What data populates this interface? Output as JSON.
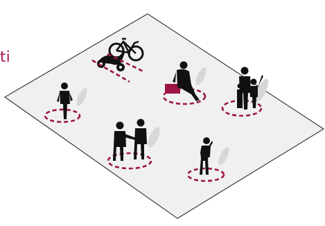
{
  "caption": {
    "text": "ti",
    "color": "#a3124f"
  },
  "colors": {
    "floor_fill": "#f0f0f0",
    "floor_edge": "#3a3a3a",
    "figure": "#111111",
    "shadow": "#d7d7d7",
    "accent": "#9c1446",
    "white": "#ffffff"
  },
  "zones": [
    {
      "name": "bikes-area",
      "icon": "bicycle-and-scooter-icon",
      "shape": "line"
    },
    {
      "name": "seated-person",
      "icon": "seated-person-on-bench-icon",
      "shape": "ellipse"
    },
    {
      "name": "standing-person",
      "icon": "standing-person-icon",
      "shape": "ellipse"
    },
    {
      "name": "family-group",
      "icon": "family-group-icon",
      "shape": "ellipse"
    },
    {
      "name": "handshake-pair",
      "icon": "two-people-handshake-icon",
      "shape": "ellipse"
    },
    {
      "name": "phone-person",
      "icon": "person-on-phone-icon",
      "shape": "ellipse"
    }
  ]
}
